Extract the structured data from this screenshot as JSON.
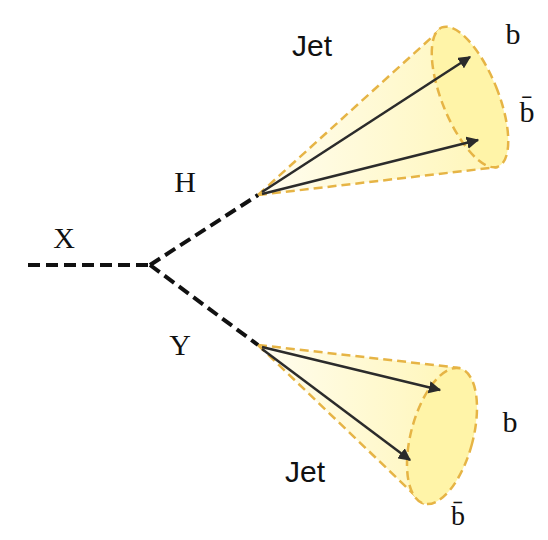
{
  "diagram": {
    "labels": [
      "X",
      "H",
      "Y",
      "Jet",
      "b",
      "b̄",
      "b",
      "Jet",
      "b̄"
    ]
  }
}
